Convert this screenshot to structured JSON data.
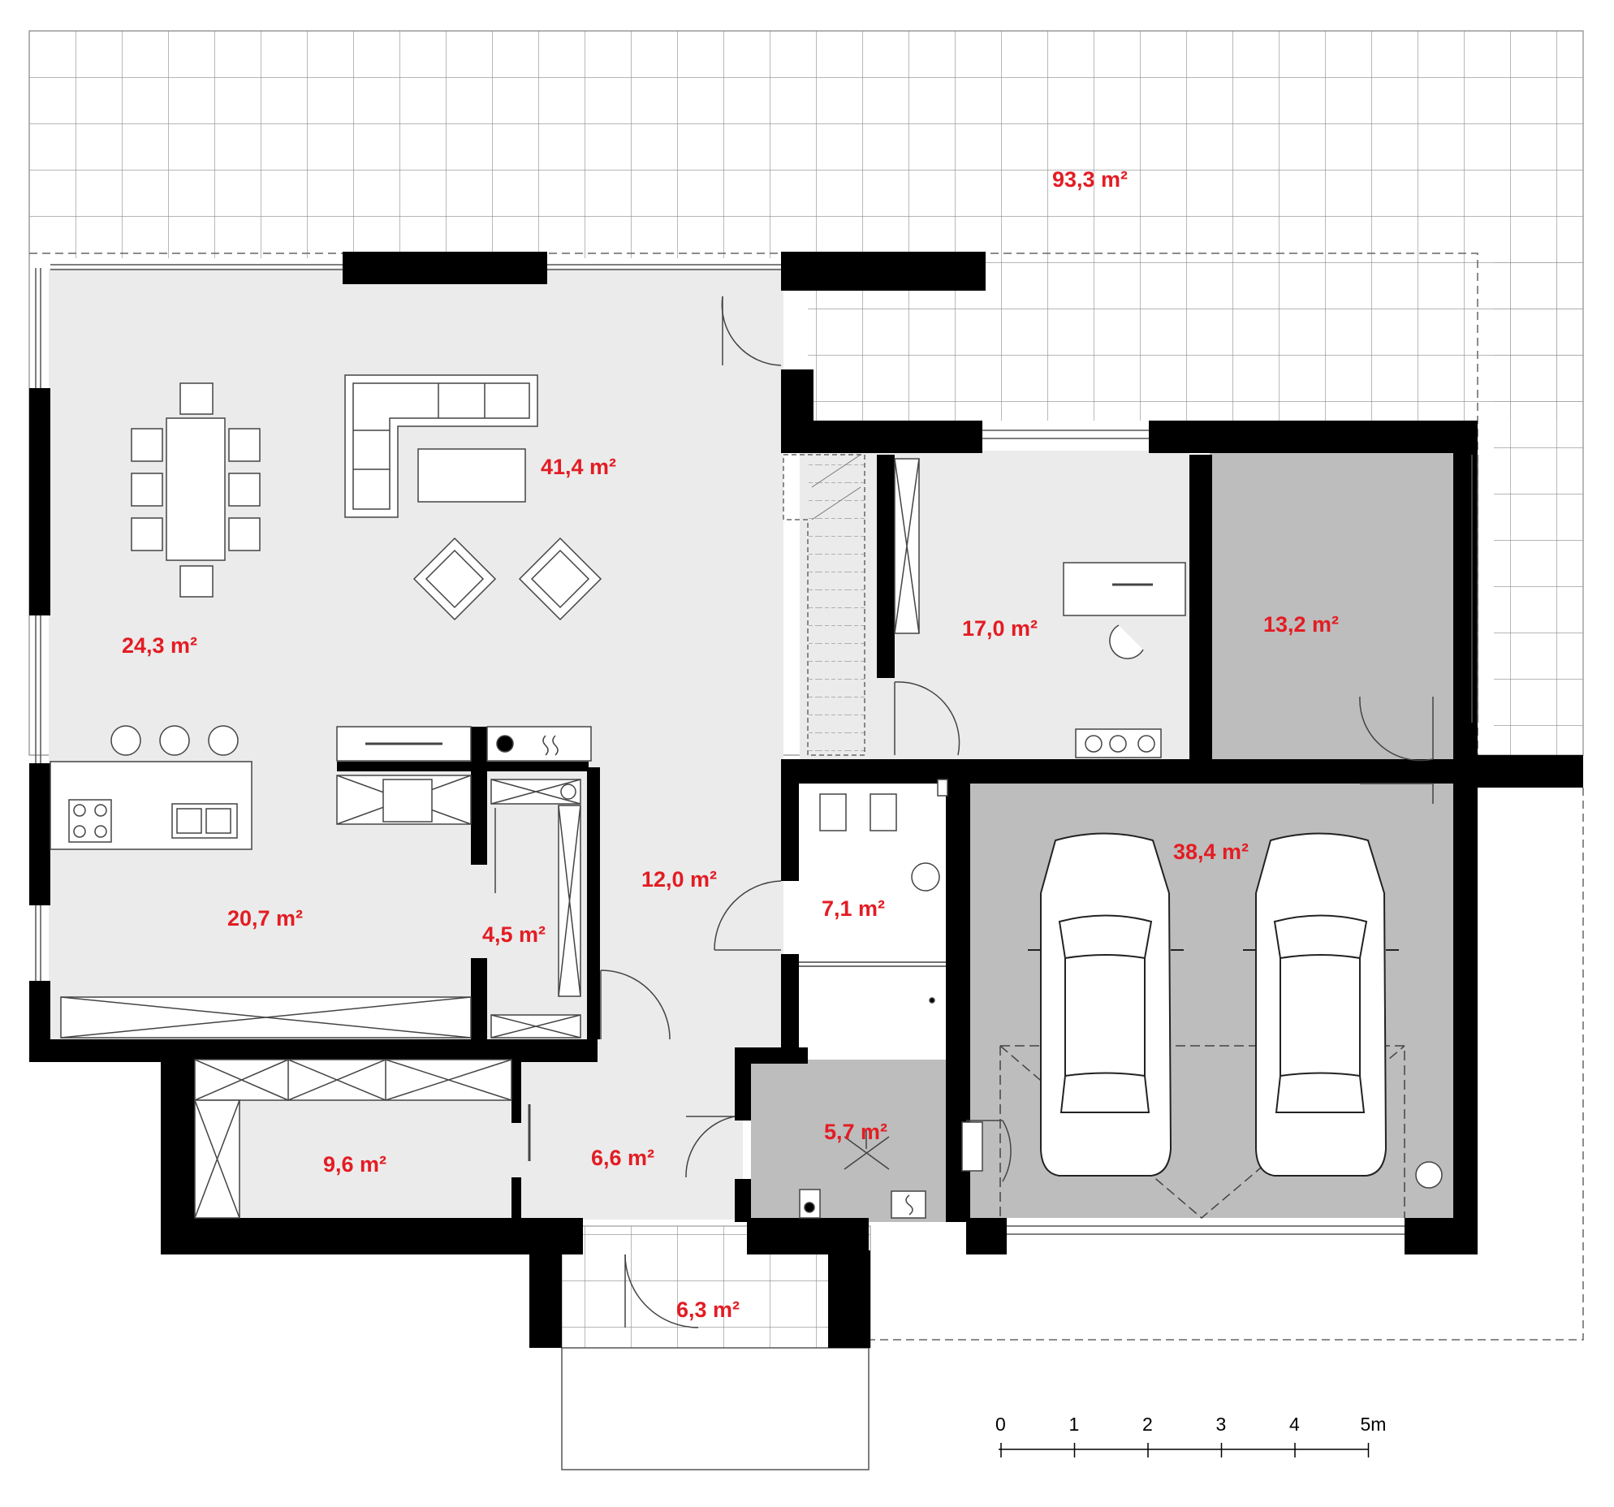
{
  "rooms": [
    {
      "id": "terrace",
      "area": "93,3 m²"
    },
    {
      "id": "living-room",
      "area": "41,4 m²"
    },
    {
      "id": "dining-room",
      "area": "24,3 m²"
    },
    {
      "id": "kitchen",
      "area": "20,7 m²"
    },
    {
      "id": "pantry",
      "area": "4,5 m²"
    },
    {
      "id": "hall",
      "area": "12,0 m²"
    },
    {
      "id": "bathroom",
      "area": "7,1 m²"
    },
    {
      "id": "office",
      "area": "17,0 m²"
    },
    {
      "id": "utility-room",
      "area": "13,2 m²"
    },
    {
      "id": "garage",
      "area": "38,4 m²"
    },
    {
      "id": "wardrobe",
      "area": "9,6 m²"
    },
    {
      "id": "vestibule",
      "area": "6,6 m²"
    },
    {
      "id": "boiler-room",
      "area": "5,7 m²"
    },
    {
      "id": "entrance-porch",
      "area": "6,3 m²"
    }
  ],
  "scale_bar": {
    "ticks": [
      "0",
      "1",
      "2",
      "3",
      "4",
      "5m"
    ]
  },
  "colors": {
    "area_label": "#e31c23",
    "wall": "#000000",
    "floor_light": "#ebebeb",
    "floor_dark": "#bdbdbd"
  }
}
